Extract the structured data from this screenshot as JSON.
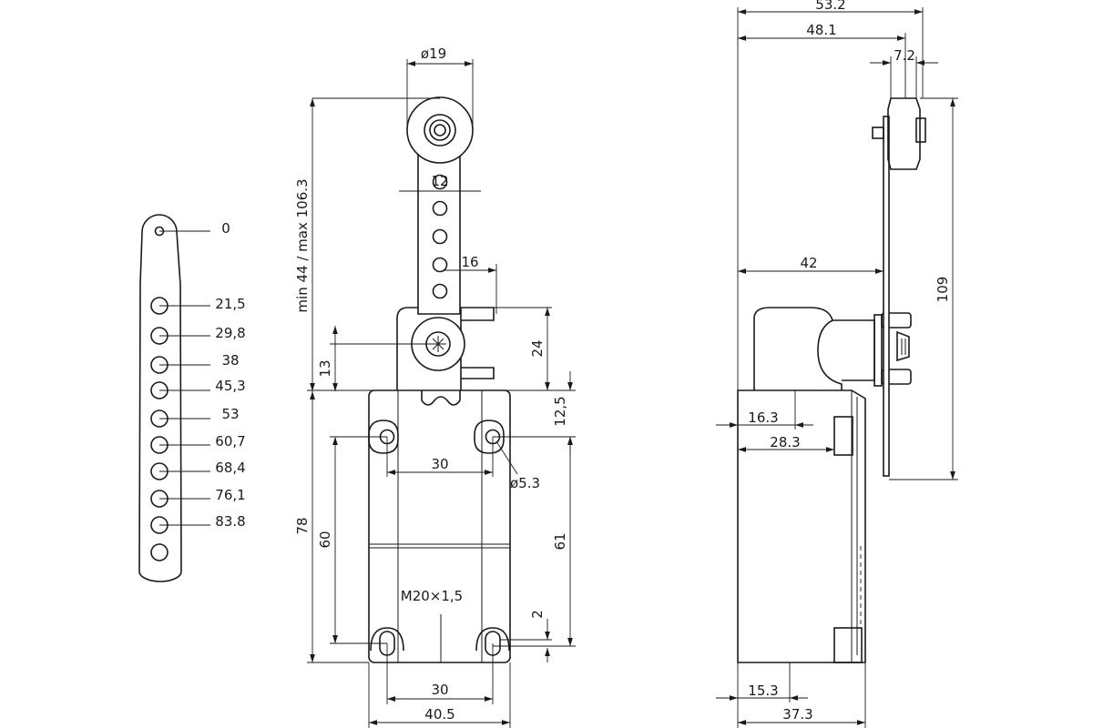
{
  "lever_positions": [
    {
      "label": "0"
    },
    {
      "label": "21,5"
    },
    {
      "label": "29,8"
    },
    {
      "label": "38"
    },
    {
      "label": "45,3"
    },
    {
      "label": "53"
    },
    {
      "label": "60,7"
    },
    {
      "label": "68,4"
    },
    {
      "label": "76,1"
    },
    {
      "label": "83.8"
    }
  ],
  "front_view": {
    "roller_diameter": "ø19",
    "arm_width": "12",
    "arm_offset": "16",
    "arm_length_range": "min 44 / max 106.3",
    "head_height": "24",
    "pivot_height": "13",
    "body_top": "12,5",
    "mount_spacing_top": "30",
    "hole_diameter": "ø5.3",
    "body_height": "78",
    "hole_spacing_vertical_left": "60",
    "hole_spacing_vertical_right": "61",
    "conduit_thread": "M20×1,5",
    "slot_offset": "2",
    "mount_spacing_bottom": "30",
    "body_width": "40.5"
  },
  "side_view": {
    "overall_depth": "53.2",
    "depth_to_roller": "48.1",
    "roller_width": "7.2",
    "depth_to_arm": "42",
    "arm_height": "109",
    "upper_offset_1": "16.3",
    "upper_offset_2": "28.3",
    "lower_offset_1": "15.3",
    "lower_offset_2": "37.3"
  }
}
